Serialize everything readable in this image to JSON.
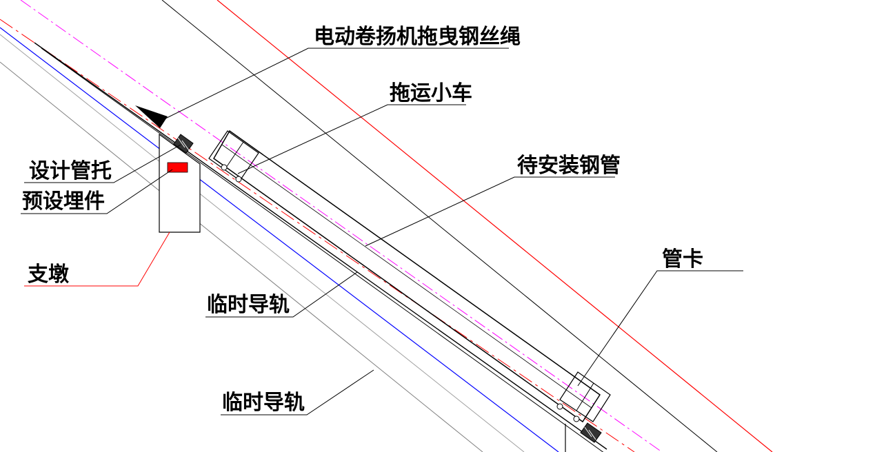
{
  "labels": {
    "winch_rope": "电动卷扬机拖曳钢丝绳",
    "trolley": "拖运小车",
    "pipe": "待安装钢管",
    "clamp": "管卡",
    "support_design": "设计管托",
    "embed": "预设埋件",
    "pier": "支墩",
    "rail_1": "临时导轨",
    "rail_2": "临时导轨"
  },
  "colors": {
    "background": "#ffffff",
    "line": "#000000",
    "red_line": "#ff0000",
    "blue_line": "#0000ff",
    "magenta_line": "#ff00ff",
    "gray_line": "#808080",
    "embed_fill": "#ff0000"
  }
}
